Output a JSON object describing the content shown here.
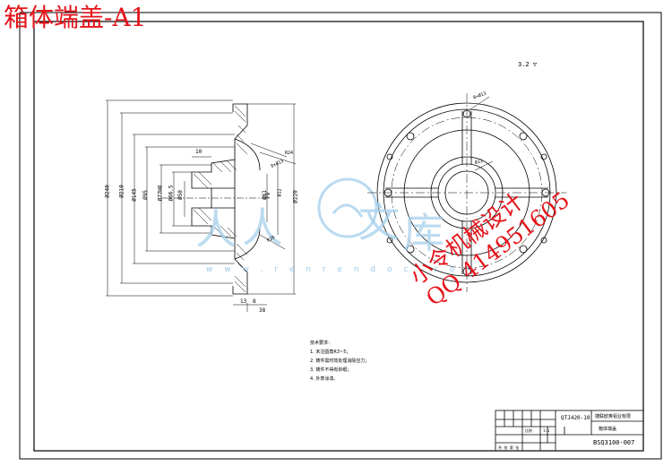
{
  "title": "箱体端盖-A1",
  "watermark": {
    "chars": [
      "人",
      "人",
      "文",
      "库"
    ],
    "url": "w w w . r e n r e n d o c . c o m"
  },
  "designer": {
    "name": "小令机械设计",
    "qq": "QQ 414951605"
  },
  "roughness_note": "3.2 ▽",
  "front_view_dims": {
    "d1": "Ø240",
    "d2": "Ø210",
    "d3": "Ø145",
    "d4": "Ø95",
    "d5": "Ø77H8",
    "d6": "Ø66.5",
    "d7": "Ø50",
    "d8": "Ø220",
    "d9": "Ø61",
    "d10": "79",
    "d11": "8×Ø13",
    "d12": "R24",
    "d13": "R20",
    "d14": "Ø12",
    "top": "10",
    "b1": "13",
    "b2": "8",
    "b3": "38"
  },
  "side_view_dims": {
    "a": "8×Ø13",
    "b": "Ø12"
  },
  "tech_notes": {
    "title": "技术要求：",
    "items": [
      "1. 未注圆角R3~5；",
      "2. 铸件需时效处理消除应力；",
      "3. 铸件不得有砂眼；",
      "4. 外表涂漆。"
    ]
  },
  "title_block": {
    "drawing_code": "QTJ420-10",
    "company": "捷联欧奥铝业有限",
    "part_name": "箱体端盖",
    "drawing_no": "BSQ3100-007",
    "scale_label": "比例",
    "scale": "1:1",
    "sheet_label": "共 张 第 张"
  }
}
